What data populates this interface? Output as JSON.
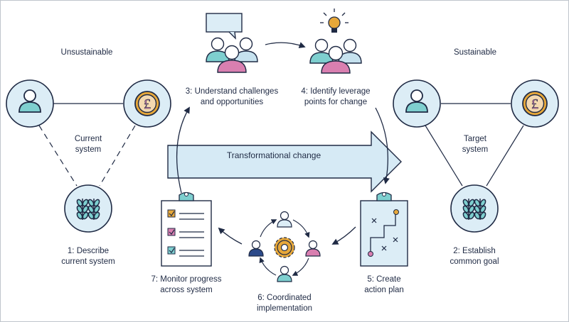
{
  "frame": {
    "background": "#ffffff",
    "border_color": "#bfc5cc"
  },
  "colors": {
    "ink": "#1f2a44",
    "teal": "#7ecfcf",
    "teal_dark": "#4fb3b3",
    "pale_blue": "#dcedf6",
    "arrow_fill": "#d6eaf5",
    "gold": "#e7a83a",
    "pink": "#d97fb0",
    "navy": "#2c4a8a",
    "light_blue": "#c6e2ef"
  },
  "left_system": {
    "title": "Unsustainable",
    "center_label_1": "Current",
    "center_label_2": "system",
    "step_label_1": "1: Describe",
    "step_label_2": "current system",
    "icons": [
      "person-icon",
      "pound-coin-icon",
      "wheat-icon"
    ]
  },
  "right_system": {
    "title": "Sustainable",
    "center_label_1": "Target",
    "center_label_2": "system",
    "step_label_1": "2: Establish",
    "step_label_2": "common goal",
    "icons": [
      "person-icon",
      "pound-coin-icon",
      "wheat-icon"
    ]
  },
  "steps": {
    "s3_line1": "3: Understand challenges",
    "s3_line2": "and opportunities",
    "s4_line1": "4: Identify leverage",
    "s4_line2": "points for change",
    "s5_line1": "5: Create",
    "s5_line2": "action plan",
    "s6_line1": "6: Coordinated",
    "s6_line2": "implementation",
    "s7_line1": "7: Monitor progress",
    "s7_line2": "across system"
  },
  "central_arrow": {
    "label": "Transformational change"
  },
  "icon_names": {
    "discussion": "speech-bubble-group-icon",
    "idea": "lightbulb-group-icon",
    "plan": "action-plan-clipboard-icon",
    "coordination": "people-gear-cycle-icon",
    "monitor": "checklist-clipboard-icon"
  }
}
